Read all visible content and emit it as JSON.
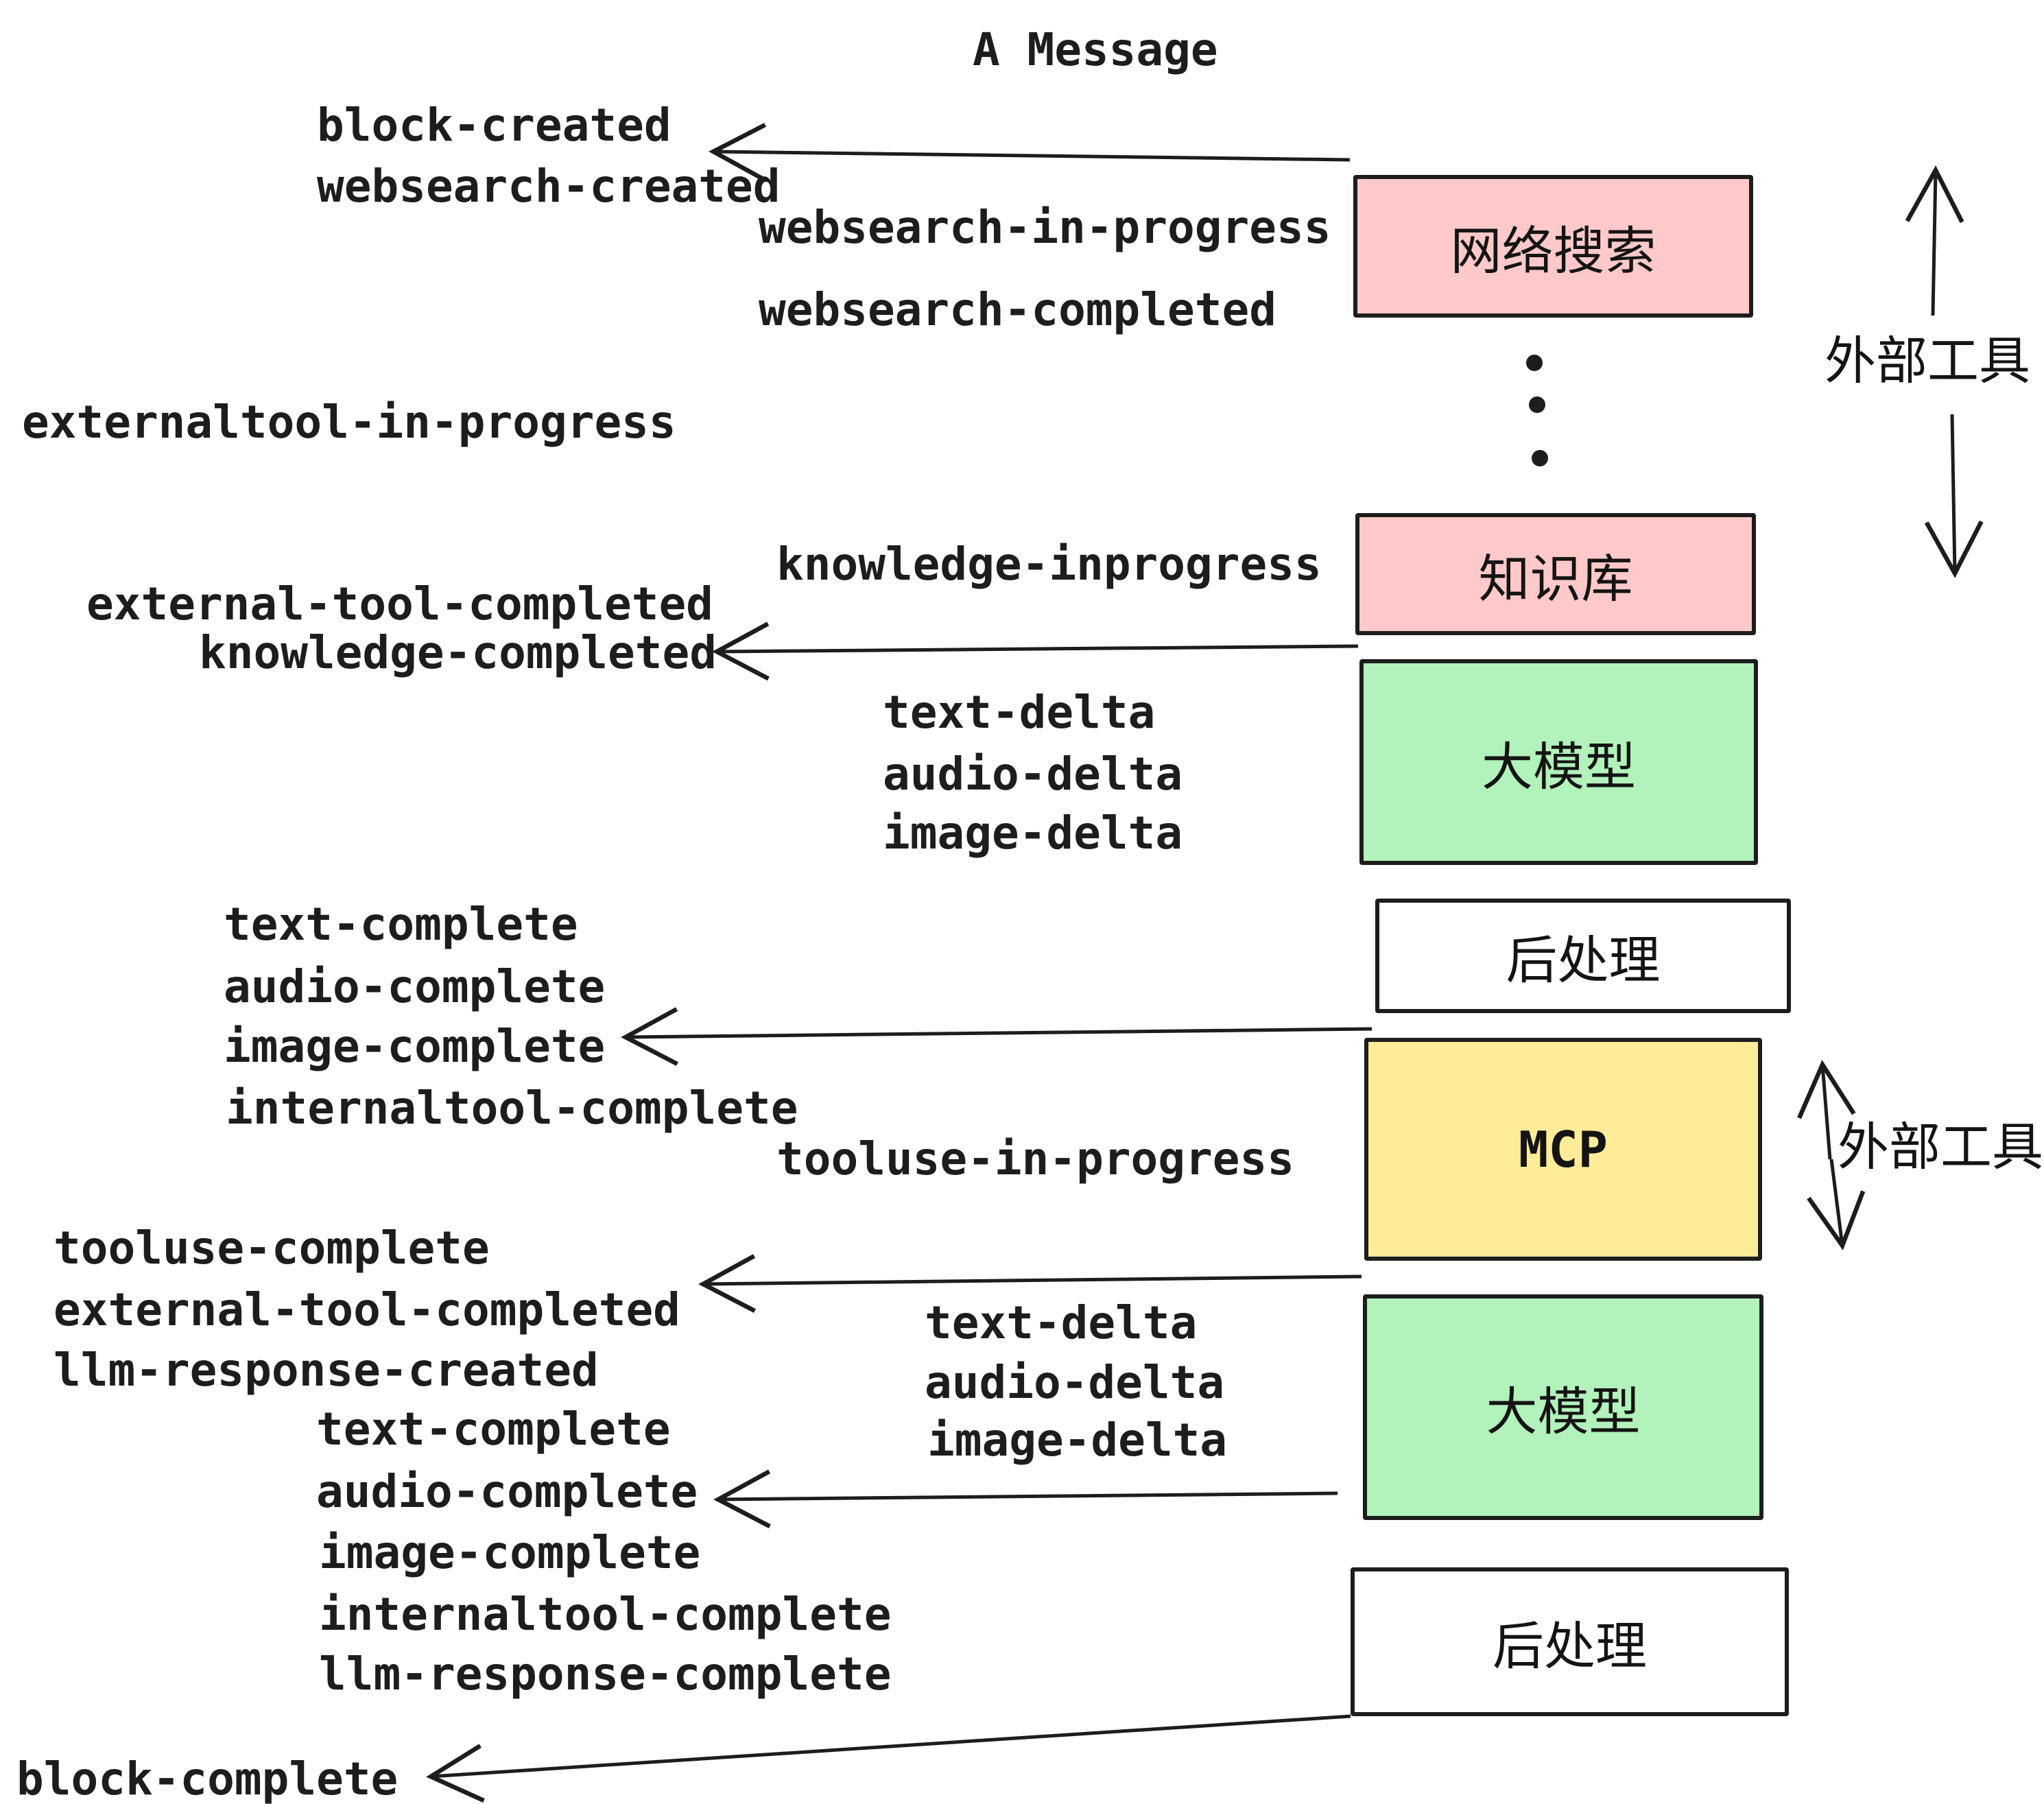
{
  "title": "A Message",
  "events": {
    "block_created": "block-created",
    "websearch_created": "websearch-created",
    "websearch_in_progress": "websearch-in-progress",
    "websearch_completed": "websearch-completed",
    "externaltool_in_progress": "externaltool-in-progress",
    "knowledge_inprogress": "knowledge-inprogress",
    "external_tool_completed": "external-tool-completed",
    "knowledge_completed": "knowledge-completed",
    "text_delta": "text-delta",
    "audio_delta": "audio-delta",
    "image_delta": "image-delta",
    "text_complete": "text-complete",
    "audio_complete": "audio-complete",
    "image_complete": "image-complete",
    "internaltool_complete": "internaltool-complete",
    "tooluse_in_progress": "tooluse-in-progress",
    "tooluse_complete": "tooluse-complete",
    "llm_response_created": "llm-response-created",
    "llm_response_complete": "llm-response-complete",
    "block_complete": "block-complete"
  },
  "nodes": {
    "websearch": "网络搜索",
    "knowledge": "知识库",
    "llm": "大模型",
    "postprocess": "后处理",
    "mcp": "MCP"
  },
  "annotations": {
    "external_tools": "外部工具"
  },
  "colors": {
    "node_pink": "#ffc9c9",
    "node_green": "#b2f2bb",
    "node_yellow": "#ffec99",
    "node_white": "#ffffff",
    "ink": "#1d1d1d"
  }
}
